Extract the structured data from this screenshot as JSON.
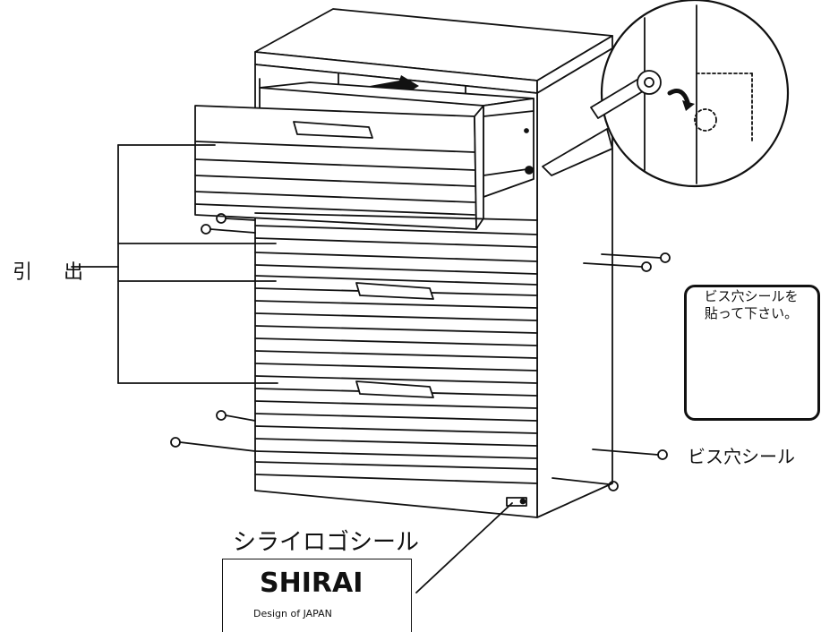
{
  "labels": {
    "drawer": "引 出",
    "sticker_right": "ビス穴シール",
    "callout": "ビス穴シールを\n貼って下さい。",
    "logo_sticker": "シライロゴシール"
  },
  "logo": {
    "wordmark": "SHIRAI",
    "tagline": "Design of JAPAN"
  },
  "colors": {
    "line": "#111111",
    "fill": "#ffffff"
  }
}
